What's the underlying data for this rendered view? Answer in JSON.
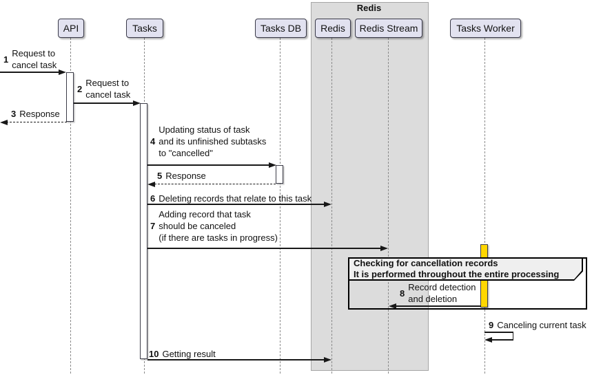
{
  "frame": {
    "title": "Redis"
  },
  "participants": [
    {
      "label": "API"
    },
    {
      "label": "Tasks"
    },
    {
      "label": "Tasks DB"
    },
    {
      "label": "Redis"
    },
    {
      "label": "Redis Stream"
    },
    {
      "label": "Tasks Worker"
    }
  ],
  "group": {
    "line1": "Checking for cancellation records",
    "line2": "It is performed throughout the entire processing"
  },
  "messages": [
    {
      "num": "1",
      "lines": [
        "Request to",
        "cancel task"
      ]
    },
    {
      "num": "2",
      "lines": [
        "Request to",
        "cancel task"
      ]
    },
    {
      "num": "3",
      "lines": [
        "Response"
      ]
    },
    {
      "num": "4",
      "lines": [
        "Updating status of task",
        "and its unfinished subtasks",
        "to \"cancelled\""
      ]
    },
    {
      "num": "5",
      "lines": [
        "Response"
      ]
    },
    {
      "num": "6",
      "lines": [
        "Deleting records that relate to this task"
      ]
    },
    {
      "num": "7",
      "lines": [
        "Adding record that task",
        "should be canceled",
        "(if there are tasks in progress)"
      ]
    },
    {
      "num": "8",
      "lines": [
        "Record detection",
        "and deletion"
      ]
    },
    {
      "num": "9",
      "lines": [
        "Canceling current task"
      ]
    },
    {
      "num": "10",
      "lines": [
        "Getting result"
      ]
    }
  ],
  "colors": {
    "participant_fill": "#E2E2F0",
    "participant_border": "#383847",
    "frame_fill": "#DCDCDC",
    "frame_border": "#A5A5A5",
    "group_header_fill": "#EFEFEF",
    "group_border": "#000000",
    "activation_fill": "#FFFFFF",
    "activation_border": "#3B3B47",
    "worker_activation_fill": "#FFD700",
    "lifeline_color": "#8A8A8A",
    "arrow_color": "#181818"
  }
}
